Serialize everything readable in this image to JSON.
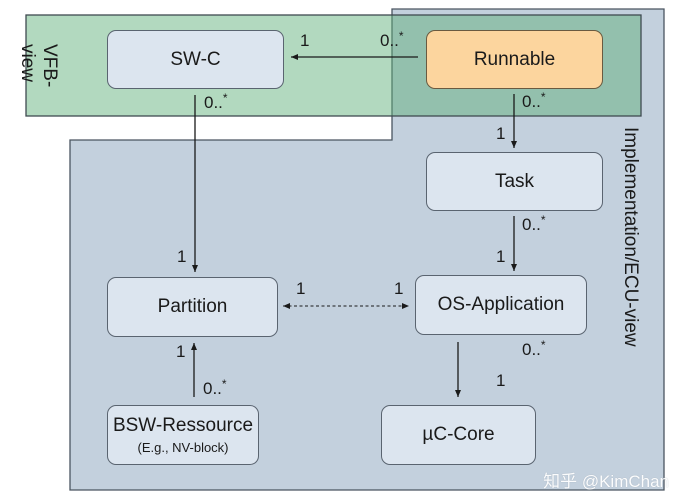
{
  "regions": {
    "vfb_view": {
      "label": "VFB-\nview",
      "label_line1": "VFB-",
      "label_line2": "view",
      "color": "#b1d9be"
    },
    "ecu_view": {
      "label": "Implementation/ECU-view",
      "color": "#c3d0dd"
    }
  },
  "nodes": {
    "swc": {
      "label": "SW-C"
    },
    "runnable": {
      "label": "Runnable",
      "color": "#fcd59e"
    },
    "task": {
      "label": "Task"
    },
    "partition": {
      "label": "Partition"
    },
    "os_application": {
      "label": "OS-Application"
    },
    "bsw_ressource": {
      "label": "BSW-Ressource",
      "sublabel": "(E.g., NV-block)"
    },
    "uc_core": {
      "label": "µC-Core"
    }
  },
  "edges": [
    {
      "from": "runnable",
      "to": "swc",
      "style": "solid",
      "source_mult": "0..*",
      "target_mult": "1"
    },
    {
      "from": "runnable",
      "to": "task",
      "style": "solid",
      "source_mult": "0..*",
      "target_mult": "1"
    },
    {
      "from": "swc",
      "to": "partition",
      "style": "solid",
      "source_mult": "0..*",
      "target_mult": "1"
    },
    {
      "from": "task",
      "to": "os_application",
      "style": "solid",
      "source_mult": "0..*",
      "target_mult": "1"
    },
    {
      "from": "partition",
      "to": "os_application",
      "style": "dashed-bidirectional",
      "source_mult": "1",
      "target_mult": "1"
    },
    {
      "from": "os_application",
      "to": "uc_core",
      "style": "solid",
      "source_mult": "0..*",
      "target_mult": "1"
    },
    {
      "from": "bsw_ressource",
      "to": "partition",
      "style": "solid",
      "source_mult": "0..*",
      "target_mult": "1"
    }
  ],
  "mult_labels": {
    "one": "1",
    "zero": "0..",
    "star": "*"
  },
  "watermark": "知乎 @KimChan"
}
